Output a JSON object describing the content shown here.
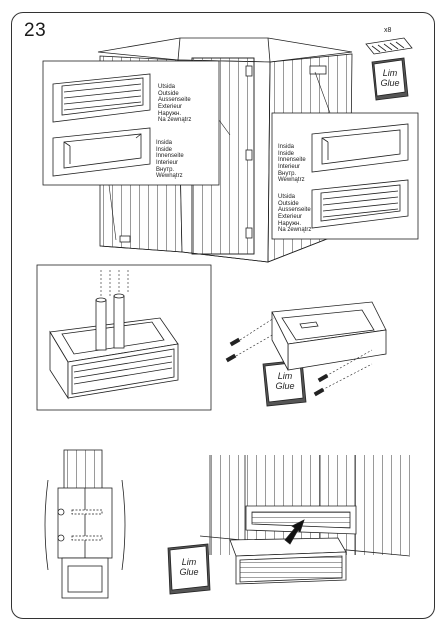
{
  "step": {
    "number": "23"
  },
  "hardware": {
    "quantity": "x8"
  },
  "glue": {
    "line1": "Lim",
    "line2": "Glue"
  },
  "labels": {
    "outside_left": [
      "Utsida",
      "Outside",
      "Aussenseite",
      "Exterieur",
      "Наружн.",
      "Na zewnątrz"
    ],
    "inside_left": [
      "Insida",
      "Inside",
      "Innenseite",
      "Interieur",
      "Внутр.",
      "Wewnątrz"
    ],
    "inside_right": [
      "Insida",
      "Inside",
      "Innenseite",
      "Interieur",
      "Внутр.",
      "Wewnątrz"
    ],
    "outside_right": [
      "Utsida",
      "Outside",
      "Aussenseite",
      "Exterieur",
      "Наружн.",
      "Na zewnątrz"
    ]
  }
}
